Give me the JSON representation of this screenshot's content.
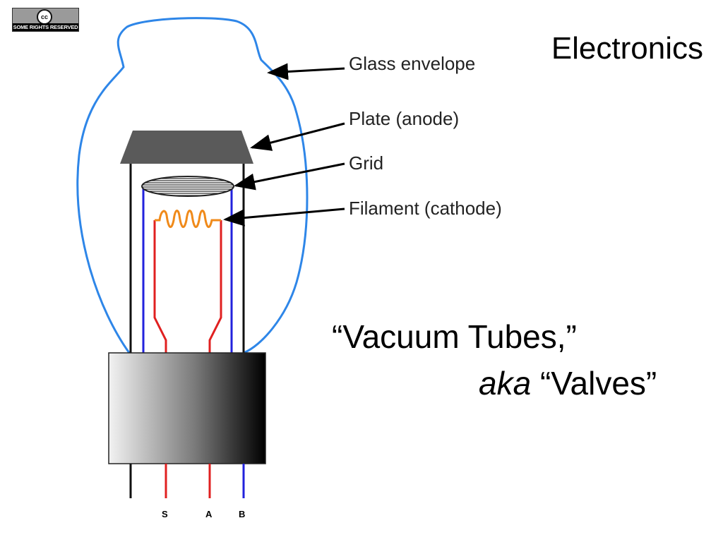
{
  "license_badge": {
    "icon": "cc",
    "text": "SOME RIGHTS RESERVED"
  },
  "title": "Electronics",
  "callouts": {
    "glass_envelope": "Glass envelope",
    "plate": "Plate (anode)",
    "grid": "Grid",
    "filament": "Filament (cathode)"
  },
  "pins": {
    "s": "S",
    "a": "A",
    "b": "B"
  },
  "heading": {
    "line1": "“Vacuum Tubes,”",
    "aka": "aka",
    "valves": "“Valves”"
  },
  "colors": {
    "glass": "#2e86e8",
    "plate": "#5a5a5a",
    "grid_wire": "#2222dd",
    "filament_wire": "#e02020",
    "filament_coil": "#f08a1a",
    "frame": "#111111"
  }
}
